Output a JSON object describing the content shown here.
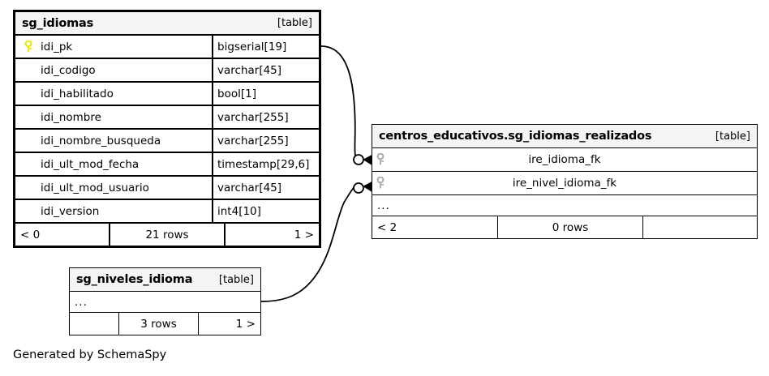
{
  "diagram": {
    "generator_caption": "Generated by SchemaSpy",
    "table_tag": "[table]",
    "ellipsis": "...",
    "colors": {
      "primary_key_icon": "#e8e80a",
      "foreign_key_icon": "#b0b0b0",
      "header_background": "#f4f4f4",
      "border": "#000000",
      "page_background": "#ffffff"
    }
  },
  "tables": {
    "main": {
      "name": "sg_idiomas",
      "tag": "[table]",
      "columns": [
        {
          "key": "primary-key",
          "name": "idi_pk",
          "type": "bigserial[19]"
        },
        {
          "key": "none",
          "name": "idi_codigo",
          "type": "varchar[45]"
        },
        {
          "key": "none",
          "name": "idi_habilitado",
          "type": "bool[1]"
        },
        {
          "key": "none",
          "name": "idi_nombre",
          "type": "varchar[255]"
        },
        {
          "key": "none",
          "name": "idi_nombre_busqueda",
          "type": "varchar[255]"
        },
        {
          "key": "none",
          "name": "idi_ult_mod_fecha",
          "type": "timestamp[29,6]"
        },
        {
          "key": "none",
          "name": "idi_ult_mod_usuario",
          "type": "varchar[45]"
        },
        {
          "key": "none",
          "name": "idi_version",
          "type": "int4[10]"
        }
      ],
      "footer": {
        "left": "< 0",
        "middle": "21 rows",
        "right": "1 >"
      }
    },
    "related": {
      "name": "centros_educativos.sg_idiomas_realizados",
      "tag": "[table]",
      "columns": [
        {
          "key": "foreign-key",
          "name": "ire_idioma_fk"
        },
        {
          "key": "foreign-key",
          "name": "ire_nivel_idioma_fk"
        }
      ],
      "ellipsis": "...",
      "footer": {
        "left": "< 2",
        "middle": "0 rows",
        "right": ""
      }
    },
    "levels": {
      "name": "sg_niveles_idioma",
      "tag": "[table]",
      "ellipsis": "...",
      "footer": {
        "left": "",
        "middle": "3 rows",
        "right": "1 >"
      }
    }
  },
  "relationships": [
    {
      "from": "sg_idiomas.idi_pk",
      "to": "centros_educativos.sg_idiomas_realizados.ire_idioma_fk"
    },
    {
      "from": "sg_niveles_idioma",
      "to": "centros_educativos.sg_idiomas_realizados.ire_nivel_idioma_fk"
    }
  ]
}
